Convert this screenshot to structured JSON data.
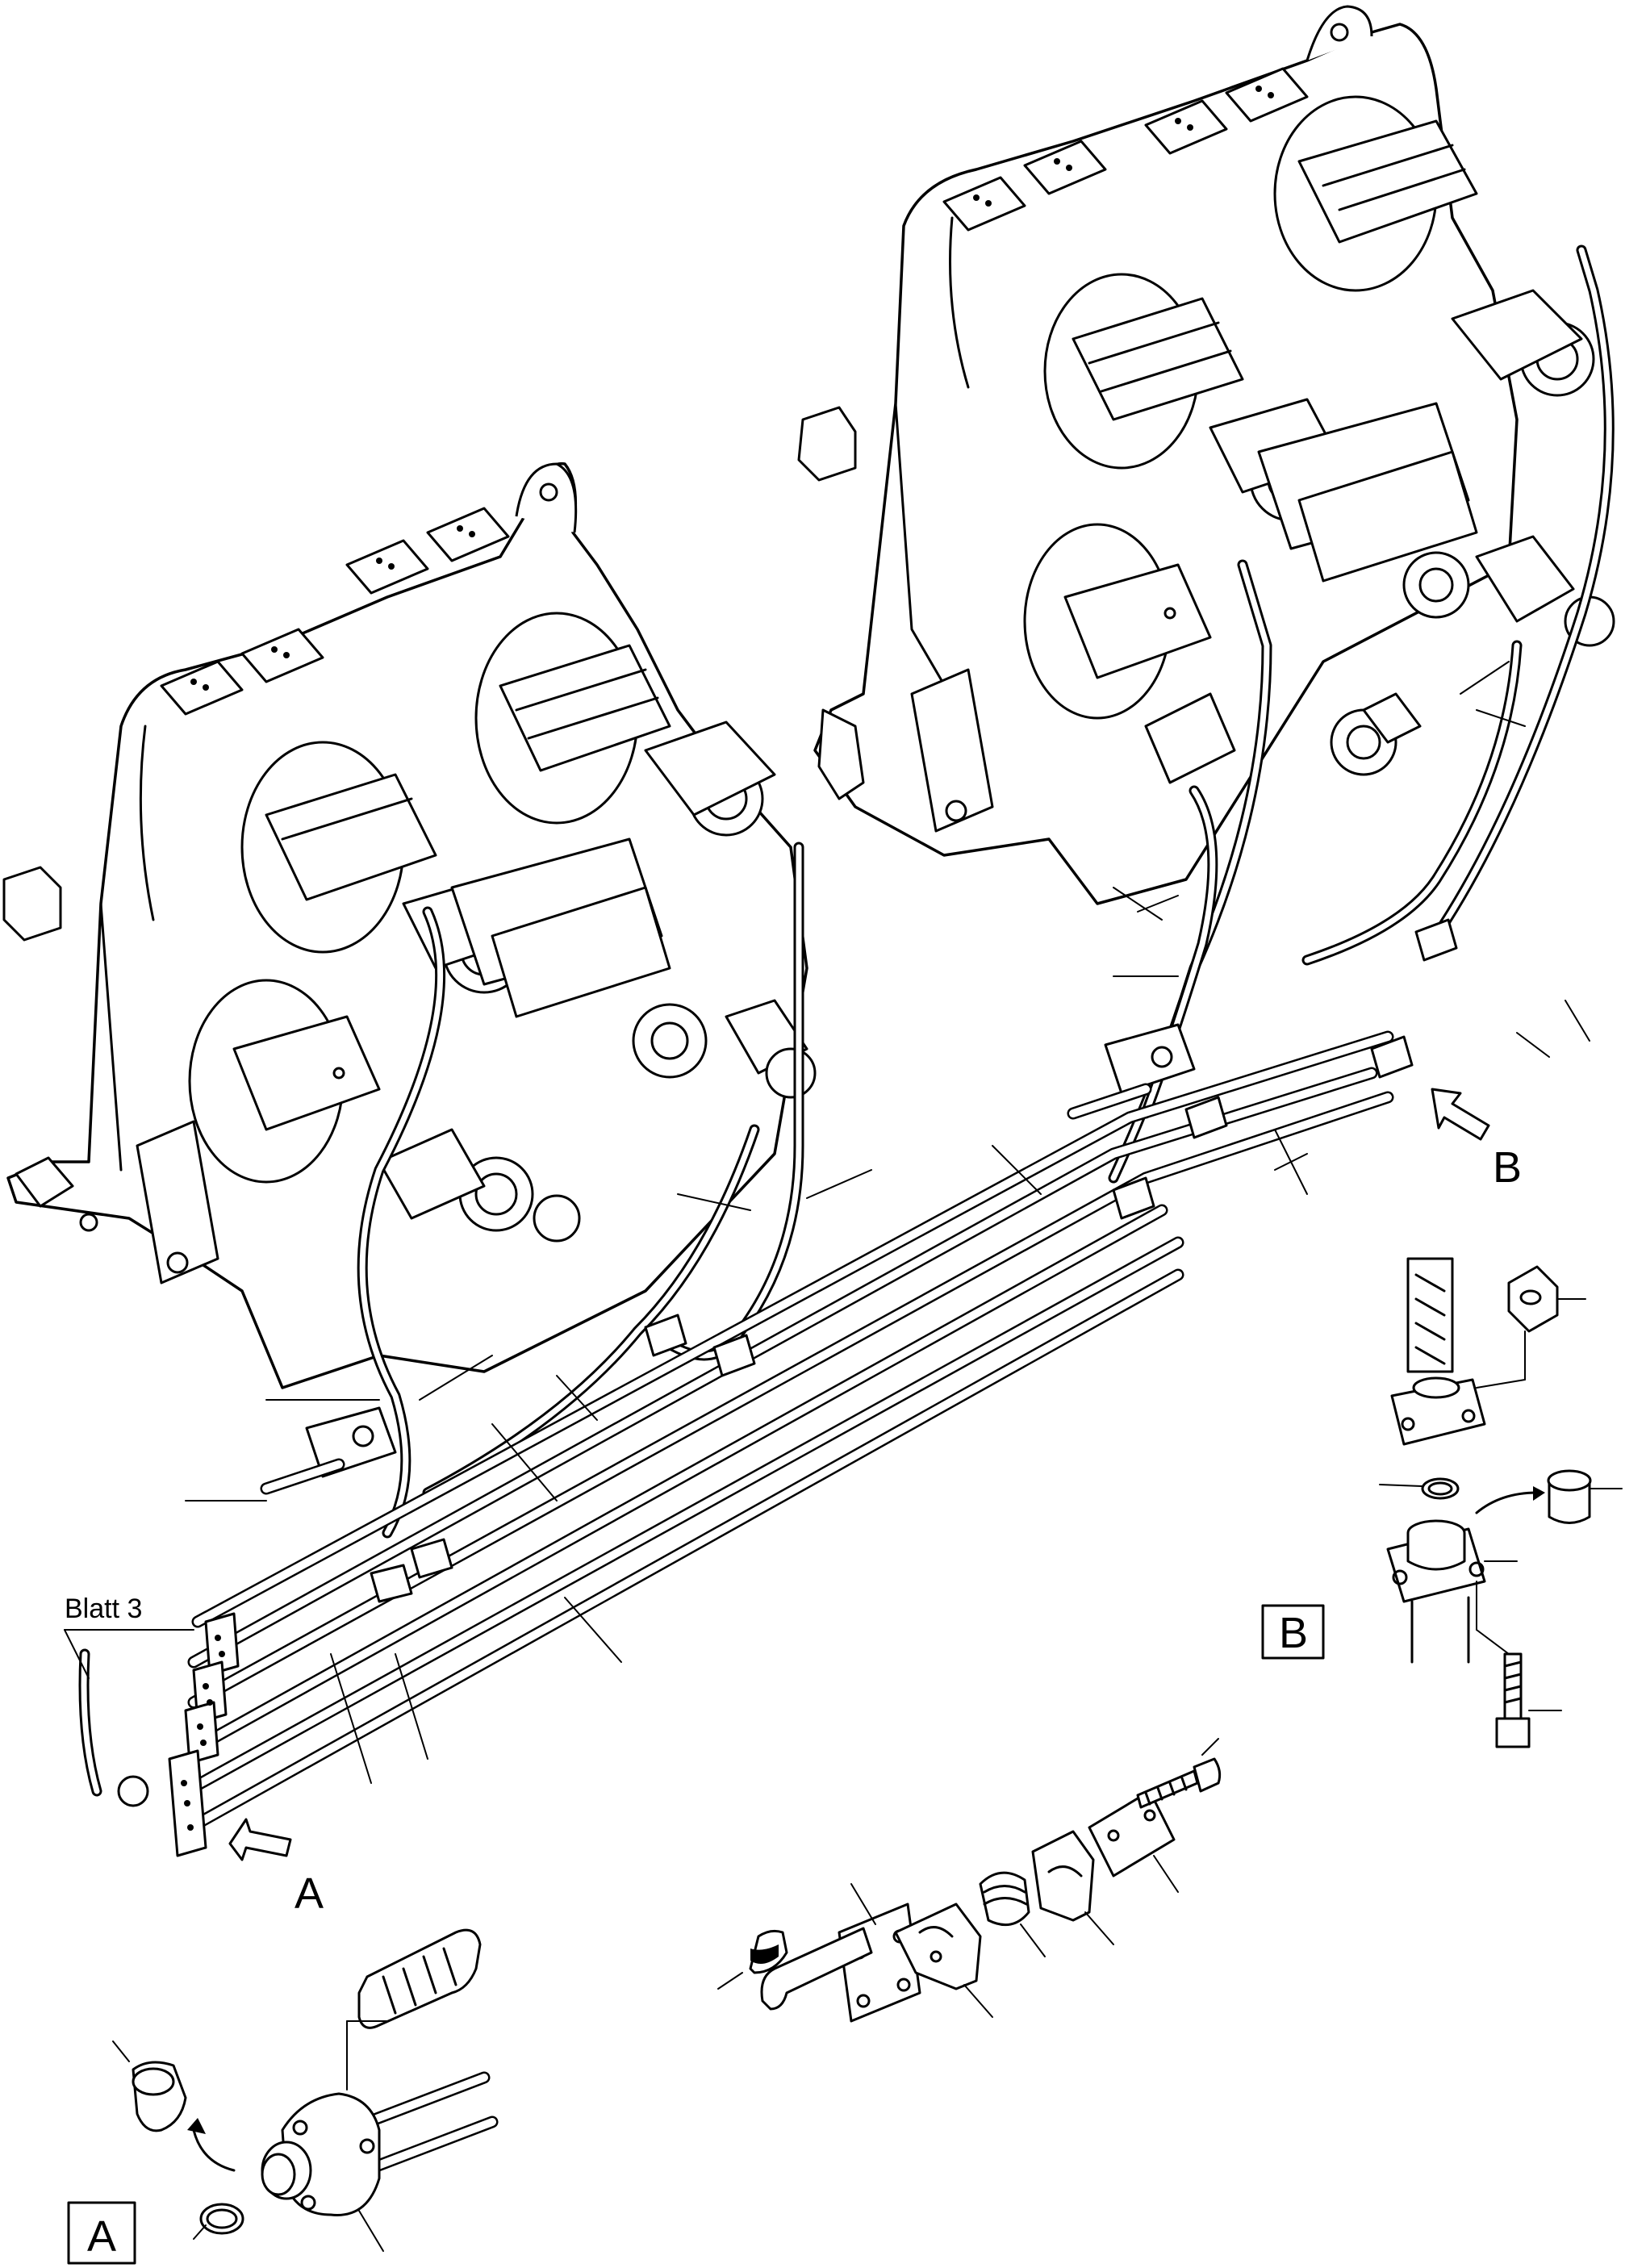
{
  "labels": {
    "blatt": "Blatt 3",
    "view_a": "A",
    "view_b": "B",
    "detail_a": "A",
    "detail_b": "B"
  },
  "colors": {
    "line": "#000000",
    "background": "#ffffff"
  }
}
